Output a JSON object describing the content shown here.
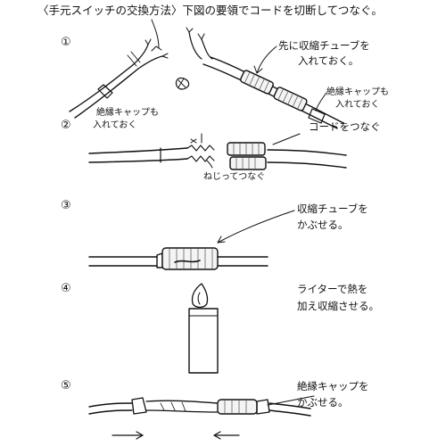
{
  "title": "〈手元スイッチの交換方法〉下図の要領でコードを切断してつなぐ。",
  "steps": [
    {
      "number": "①",
      "labels": [
        "先に収縮チューブを",
        "入れておく。",
        "絶縁キャップも",
        "入れておく",
        "絶縁キャップも",
        "入れておく"
      ]
    },
    {
      "number": "②",
      "labels": [
        "コードをつなぐ",
        "ねじってつなぐ"
      ]
    },
    {
      "number": "③",
      "labels": [
        "収縮チューブを",
        "かぶせる。"
      ]
    },
    {
      "number": "④",
      "labels": [
        "ライターで熱を",
        "加え収縮させる。"
      ]
    },
    {
      "number": "⑤",
      "labels": [
        "絶縁キャップを",
        "かぶせる。"
      ]
    }
  ]
}
